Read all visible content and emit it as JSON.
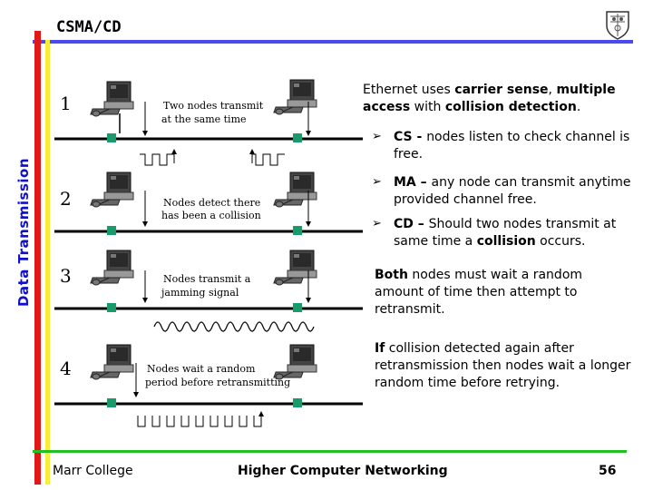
{
  "slide": {
    "title": "CSMA/CD",
    "side_label": "Data Transmission"
  },
  "diagram": {
    "steps": [
      {
        "number": "1",
        "caption_line1": "Two nodes transmit",
        "caption_line2": "at the same time"
      },
      {
        "number": "2",
        "caption_line1": "Nodes detect there",
        "caption_line2": "has been a collision"
      },
      {
        "number": "3",
        "caption_line1": "Nodes transmit a",
        "caption_line2": "jamming signal"
      },
      {
        "number": "4",
        "caption_line1": "Nodes wait a random",
        "caption_line2": "period before retransmitting"
      }
    ]
  },
  "content": {
    "intro": {
      "pre": "Ethernet uses ",
      "b1": "carrier sense",
      "mid1": ", ",
      "b2": "multiple access",
      "mid2": " with ",
      "b3": "collision detection",
      "post": "."
    },
    "bullets": [
      {
        "lead": "CS - ",
        "text": "nodes listen to check channel is free."
      },
      {
        "lead": "MA – ",
        "text": "any node can transmit anytime provided channel free."
      },
      {
        "lead": "CD – ",
        "text": "Should two nodes transmit at same time a ",
        "bold_tail": "collision",
        "tail": " occurs."
      }
    ],
    "para1": {
      "lead": "Both",
      "text": " nodes must wait a random amount of time then attempt to retransmit."
    },
    "para2": {
      "lead": "If",
      "text": " collision detected again after retransmission then nodes wait a longer random time before retrying."
    }
  },
  "footer": {
    "left": "Marr College",
    "center": "Higher Computer Networking",
    "page": "56"
  }
}
